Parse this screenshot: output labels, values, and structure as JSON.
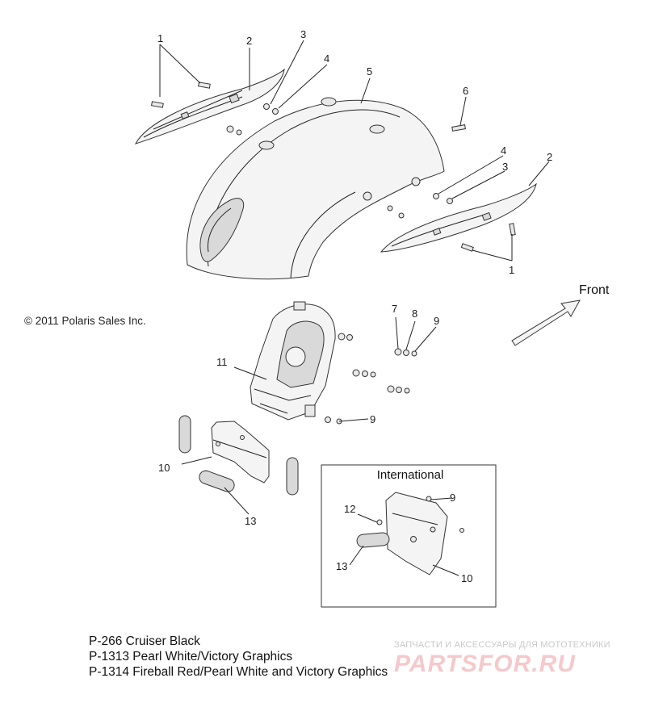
{
  "copyright": "© 2011 Polaris Sales Inc.",
  "front_label": "Front",
  "international_title": "International",
  "callouts": {
    "c1a": "1",
    "c2a": "2",
    "c3a": "3",
    "c4a": "4",
    "c5": "5",
    "c6": "6",
    "c4b": "4",
    "c3b": "3",
    "c2b": "2",
    "c1b": "1",
    "c7": "7",
    "c8": "8",
    "c9a": "9",
    "c11": "11",
    "c9b": "9",
    "c10a": "10",
    "c13a": "13",
    "c9c": "9",
    "c12": "12",
    "c13b": "13",
    "c10b": "10"
  },
  "legend": [
    "P-266  Cruiser Black",
    "P-1313 Pearl White/Victory Graphics",
    "P-1314 Fireball Red/Pearl White and Victory Graphics"
  ],
  "watermark": {
    "tagline": "ЗАПЧАСТИ И АКСЕССУАРЫ ДЛЯ МОТОТЕХНИКИ",
    "logo": "PARTSFOR.RU"
  },
  "colors": {
    "line": "#222222",
    "part_fill": "#f4f4f4",
    "watermark": "#f2b7bc"
  }
}
